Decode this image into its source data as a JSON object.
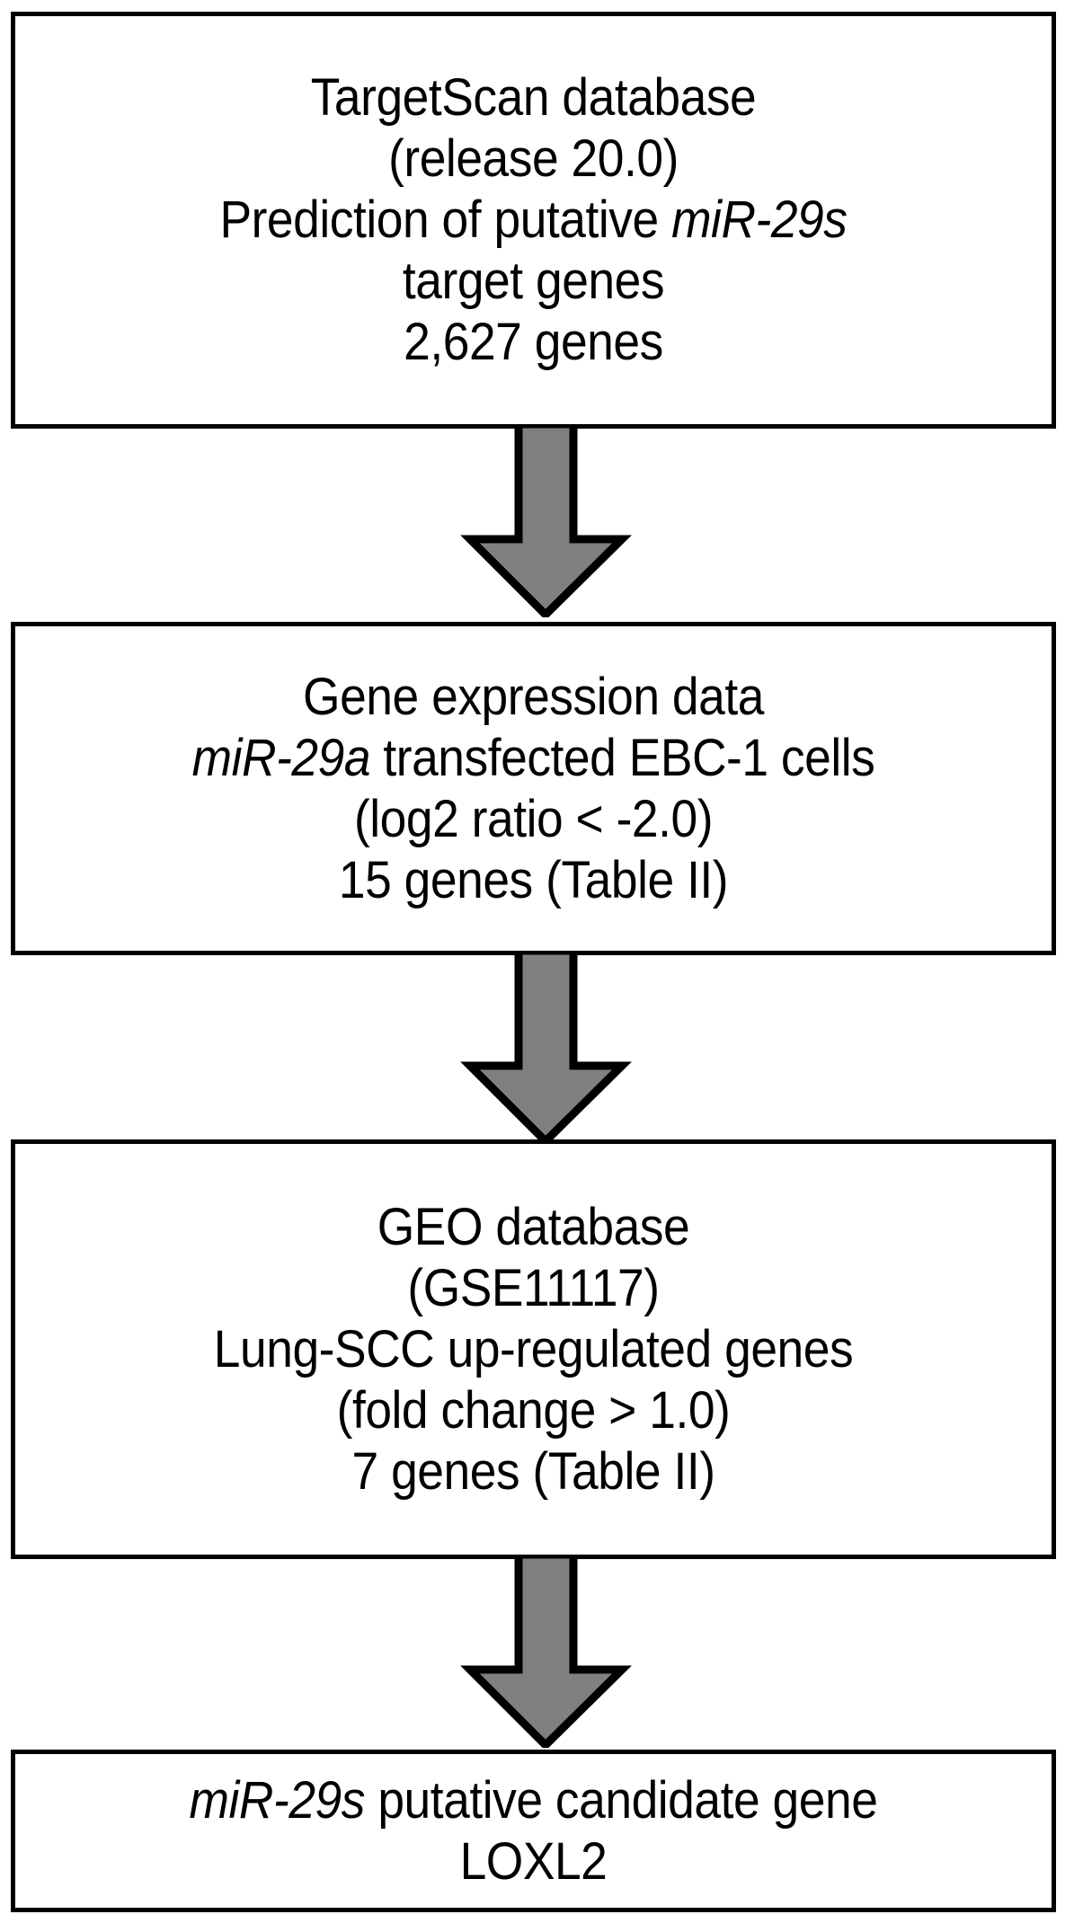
{
  "figure": {
    "type": "flowchart",
    "orientation": "vertical-top-to-bottom",
    "colors": {
      "box_border": "#000000",
      "box_fill": "#ffffff",
      "arrow_fill": "#808080",
      "arrow_stroke": "#000000",
      "text": "#000000",
      "background": "#ffffff"
    }
  },
  "nodes": [
    {
      "id": "targetscan",
      "lines": [
        {
          "text": "TargetScan database",
          "italic_part": ""
        },
        {
          "text": "(release 20.0)",
          "italic_part": ""
        },
        {
          "pre": "Prediction of  putative ",
          "italic": "miR-29s",
          "post": ""
        },
        {
          "text": "target genes",
          "italic_part": ""
        },
        {
          "text": "2,627 genes",
          "italic_part": ""
        }
      ]
    },
    {
      "id": "gene-expression",
      "lines": [
        {
          "text": "Gene expression data",
          "italic_part": ""
        },
        {
          "pre": "",
          "italic": "miR-29a",
          "post": " transfected EBC-1 cells"
        },
        {
          "text": "(log2 ratio < -2.0)",
          "italic_part": ""
        },
        {
          "text": "15 genes (Table II)",
          "italic_part": ""
        }
      ]
    },
    {
      "id": "geo-database",
      "lines": [
        {
          "text": "GEO database",
          "italic_part": ""
        },
        {
          "text": "(GSE11117)",
          "italic_part": ""
        },
        {
          "text": "Lung-SCC up-regulated genes",
          "italic_part": ""
        },
        {
          "text": "(fold change > 1.0)",
          "italic_part": ""
        },
        {
          "text": "7 genes (Table II)",
          "italic_part": ""
        }
      ]
    },
    {
      "id": "candidate-gene",
      "lines": [
        {
          "pre": "",
          "italic": "miR-29s",
          "post": " putative candidate gene"
        },
        {
          "pre": "",
          "italic": "LOXL2",
          "post": ""
        }
      ]
    }
  ],
  "box1": {
    "line1": "TargetScan database",
    "line2": "(release 20.0)",
    "line3_pre": "Prediction of  putative ",
    "line3_italic": "miR-29s",
    "line4": "target genes",
    "line5": "2,627 genes"
  },
  "box2": {
    "line1": "Gene expression data",
    "line2_italic": "miR-29a",
    "line2_post": " transfected EBC-1 cells",
    "line3": "(log2 ratio < -2.0)",
    "line4": "15 genes (Table II)"
  },
  "box3": {
    "line1": "GEO database",
    "line2": "(GSE11117)",
    "line3": "Lung-SCC up-regulated genes",
    "line4": "(fold change > 1.0)",
    "line5": "7 genes (Table II)"
  },
  "box4": {
    "line1_italic": "miR-29s",
    "line1_post": " putative candidate gene",
    "line2_italic": "LOXL2"
  },
  "arrows": [
    {
      "id": "arrow-1",
      "from": "targetscan",
      "to": "gene-expression",
      "direction": "down"
    },
    {
      "id": "arrow-2",
      "from": "gene-expression",
      "to": "geo-database",
      "direction": "down"
    },
    {
      "id": "arrow-3",
      "from": "geo-database",
      "to": "candidate-gene",
      "direction": "down"
    }
  ]
}
